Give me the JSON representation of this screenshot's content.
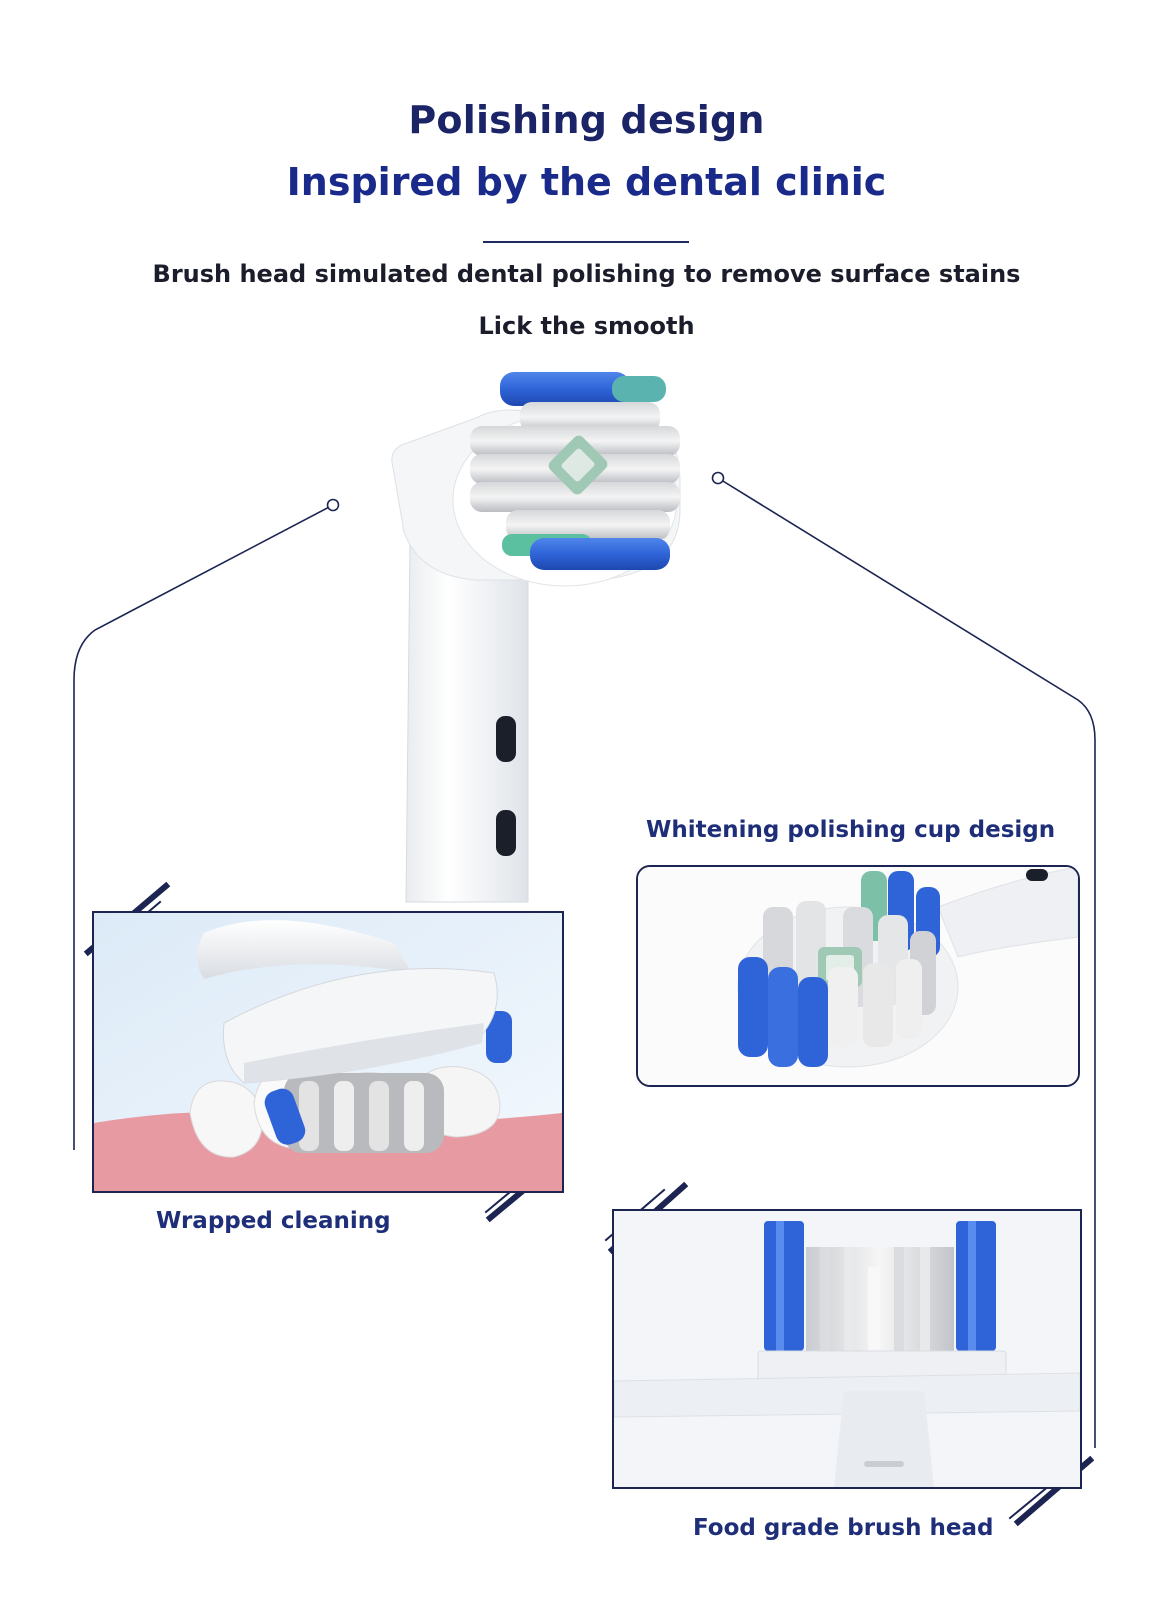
{
  "header": {
    "title_line1": "Polishing design",
    "title_line2": "Inspired by the dental clinic",
    "subtitle_line1": "Brush head simulated dental polishing to remove surface stains",
    "subtitle_line2": "Lick the smooth"
  },
  "features": {
    "wrapped_cleaning": "Wrapped cleaning",
    "whitening_cup": "Whitening polishing cup design",
    "food_grade": "Food grade brush head"
  },
  "colors": {
    "title_navy": "#1a2466",
    "accent_navy": "#1c2452",
    "bristle_blue": "#2f64d8",
    "bristle_white": "#e6e6e6",
    "bristle_green": "#57b98e",
    "gum_pink": "#e89aa3"
  }
}
